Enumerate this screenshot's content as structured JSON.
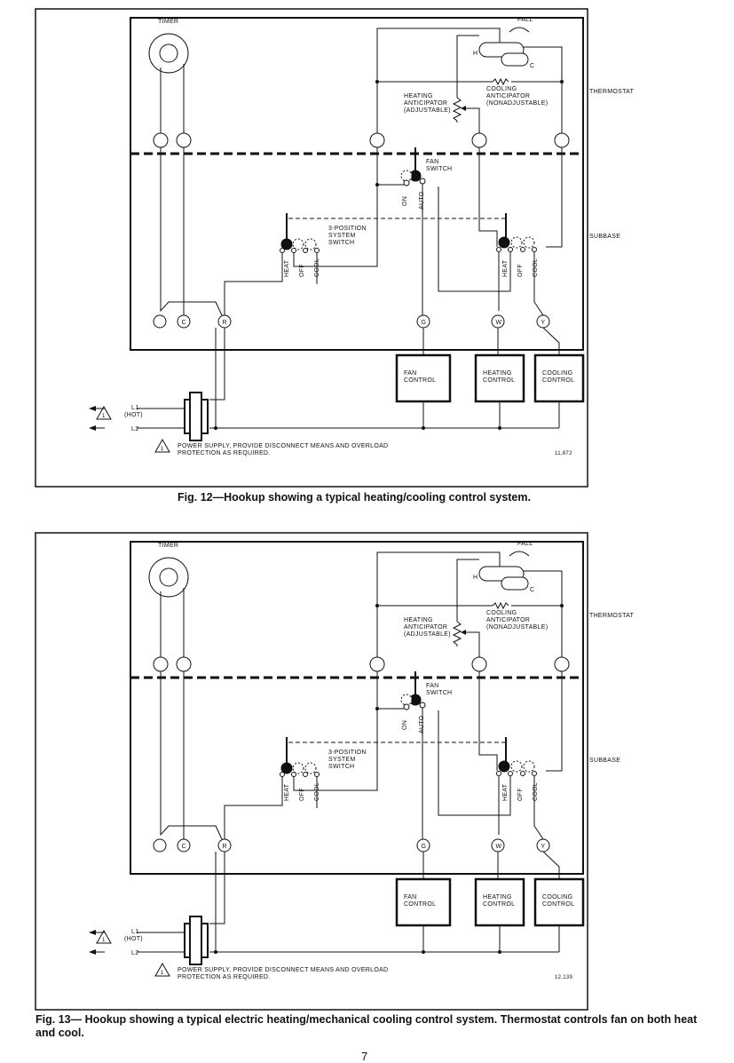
{
  "figures": [
    {
      "caption": "Fig. 12—Hookup showing a typical heating/cooling control system.",
      "drawing_number": "11,872",
      "labels": {
        "timer": "TIMER",
        "fall": "FALL",
        "h": "H",
        "c": "C",
        "heating_anticipator": [
          "HEATING",
          "ANTICIPATOR",
          "(ADJUSTABLE)"
        ],
        "cooling_anticipator": [
          "COOLING",
          "ANTICIPATOR",
          "(NONADJUSTABLE)"
        ],
        "thermostat": "THERMOSTAT",
        "subbase": "SUBBASE",
        "fan_switch": [
          "FAN",
          "SWITCH"
        ],
        "on": "ON",
        "auto": "AUTO",
        "system_switch": [
          "3-POSITION",
          "SYSTEM",
          "SWITCH"
        ],
        "heat": "HEAT",
        "off": "OFF",
        "cool": "COOL",
        "terminals": [
          "C",
          "R",
          "G",
          "W",
          "Y"
        ],
        "fan_control": [
          "FAN",
          "CONTROL"
        ],
        "heating_control": [
          "HEATING",
          "CONTROL"
        ],
        "cooling_control": [
          "COOLING",
          "CONTROL"
        ],
        "l1": "L1",
        "hot": "(HOT)",
        "l2": "L2",
        "warning_num": "1",
        "note": [
          "POWER SUPPLY, PROVIDE DISCONNECT MEANS AND OVERLOAD",
          "PROTECTION AS REQUIRED."
        ]
      }
    },
    {
      "caption": "Fig. 13— Hookup showing a typical electric heating/mechanical cooling control system. Thermostat controls fan on both heat and cool.",
      "drawing_number": "12,139",
      "labels": {
        "timer": "TIMER",
        "fall": "FALL",
        "h": "H",
        "c": "C",
        "heating_anticipator": [
          "HEATING",
          "ANTICIPATOR",
          "(ADJUSTABLE)"
        ],
        "cooling_anticipator": [
          "COOLING",
          "ANTICIPATOR",
          "(NONADJUSTABLE)"
        ],
        "thermostat": "THERMOSTAT",
        "subbase": "SUBBASE",
        "fan_switch": [
          "FAN",
          "SWITCH"
        ],
        "on": "ON",
        "auto": "AUTO",
        "system_switch": [
          "3-POSITION",
          "SYSTEM",
          "SWITCH"
        ],
        "heat": "HEAT",
        "off": "OFF",
        "cool": "COOL",
        "terminals": [
          "C",
          "R",
          "G",
          "W",
          "Y"
        ],
        "fan_control": [
          "FAN",
          "CONTROL"
        ],
        "heating_control": [
          "HEATING",
          "CONTROL"
        ],
        "cooling_control": [
          "COOLING",
          "CONTROL"
        ],
        "l1": "L1",
        "hot": "(HOT)",
        "l2": "L2",
        "warning_num": "1",
        "note": [
          "POWER SUPPLY, PROVIDE DISCONNECT MEANS AND OVERLOAD",
          "PROTECTION AS REQUIRED."
        ]
      }
    }
  ],
  "page_number": "7"
}
